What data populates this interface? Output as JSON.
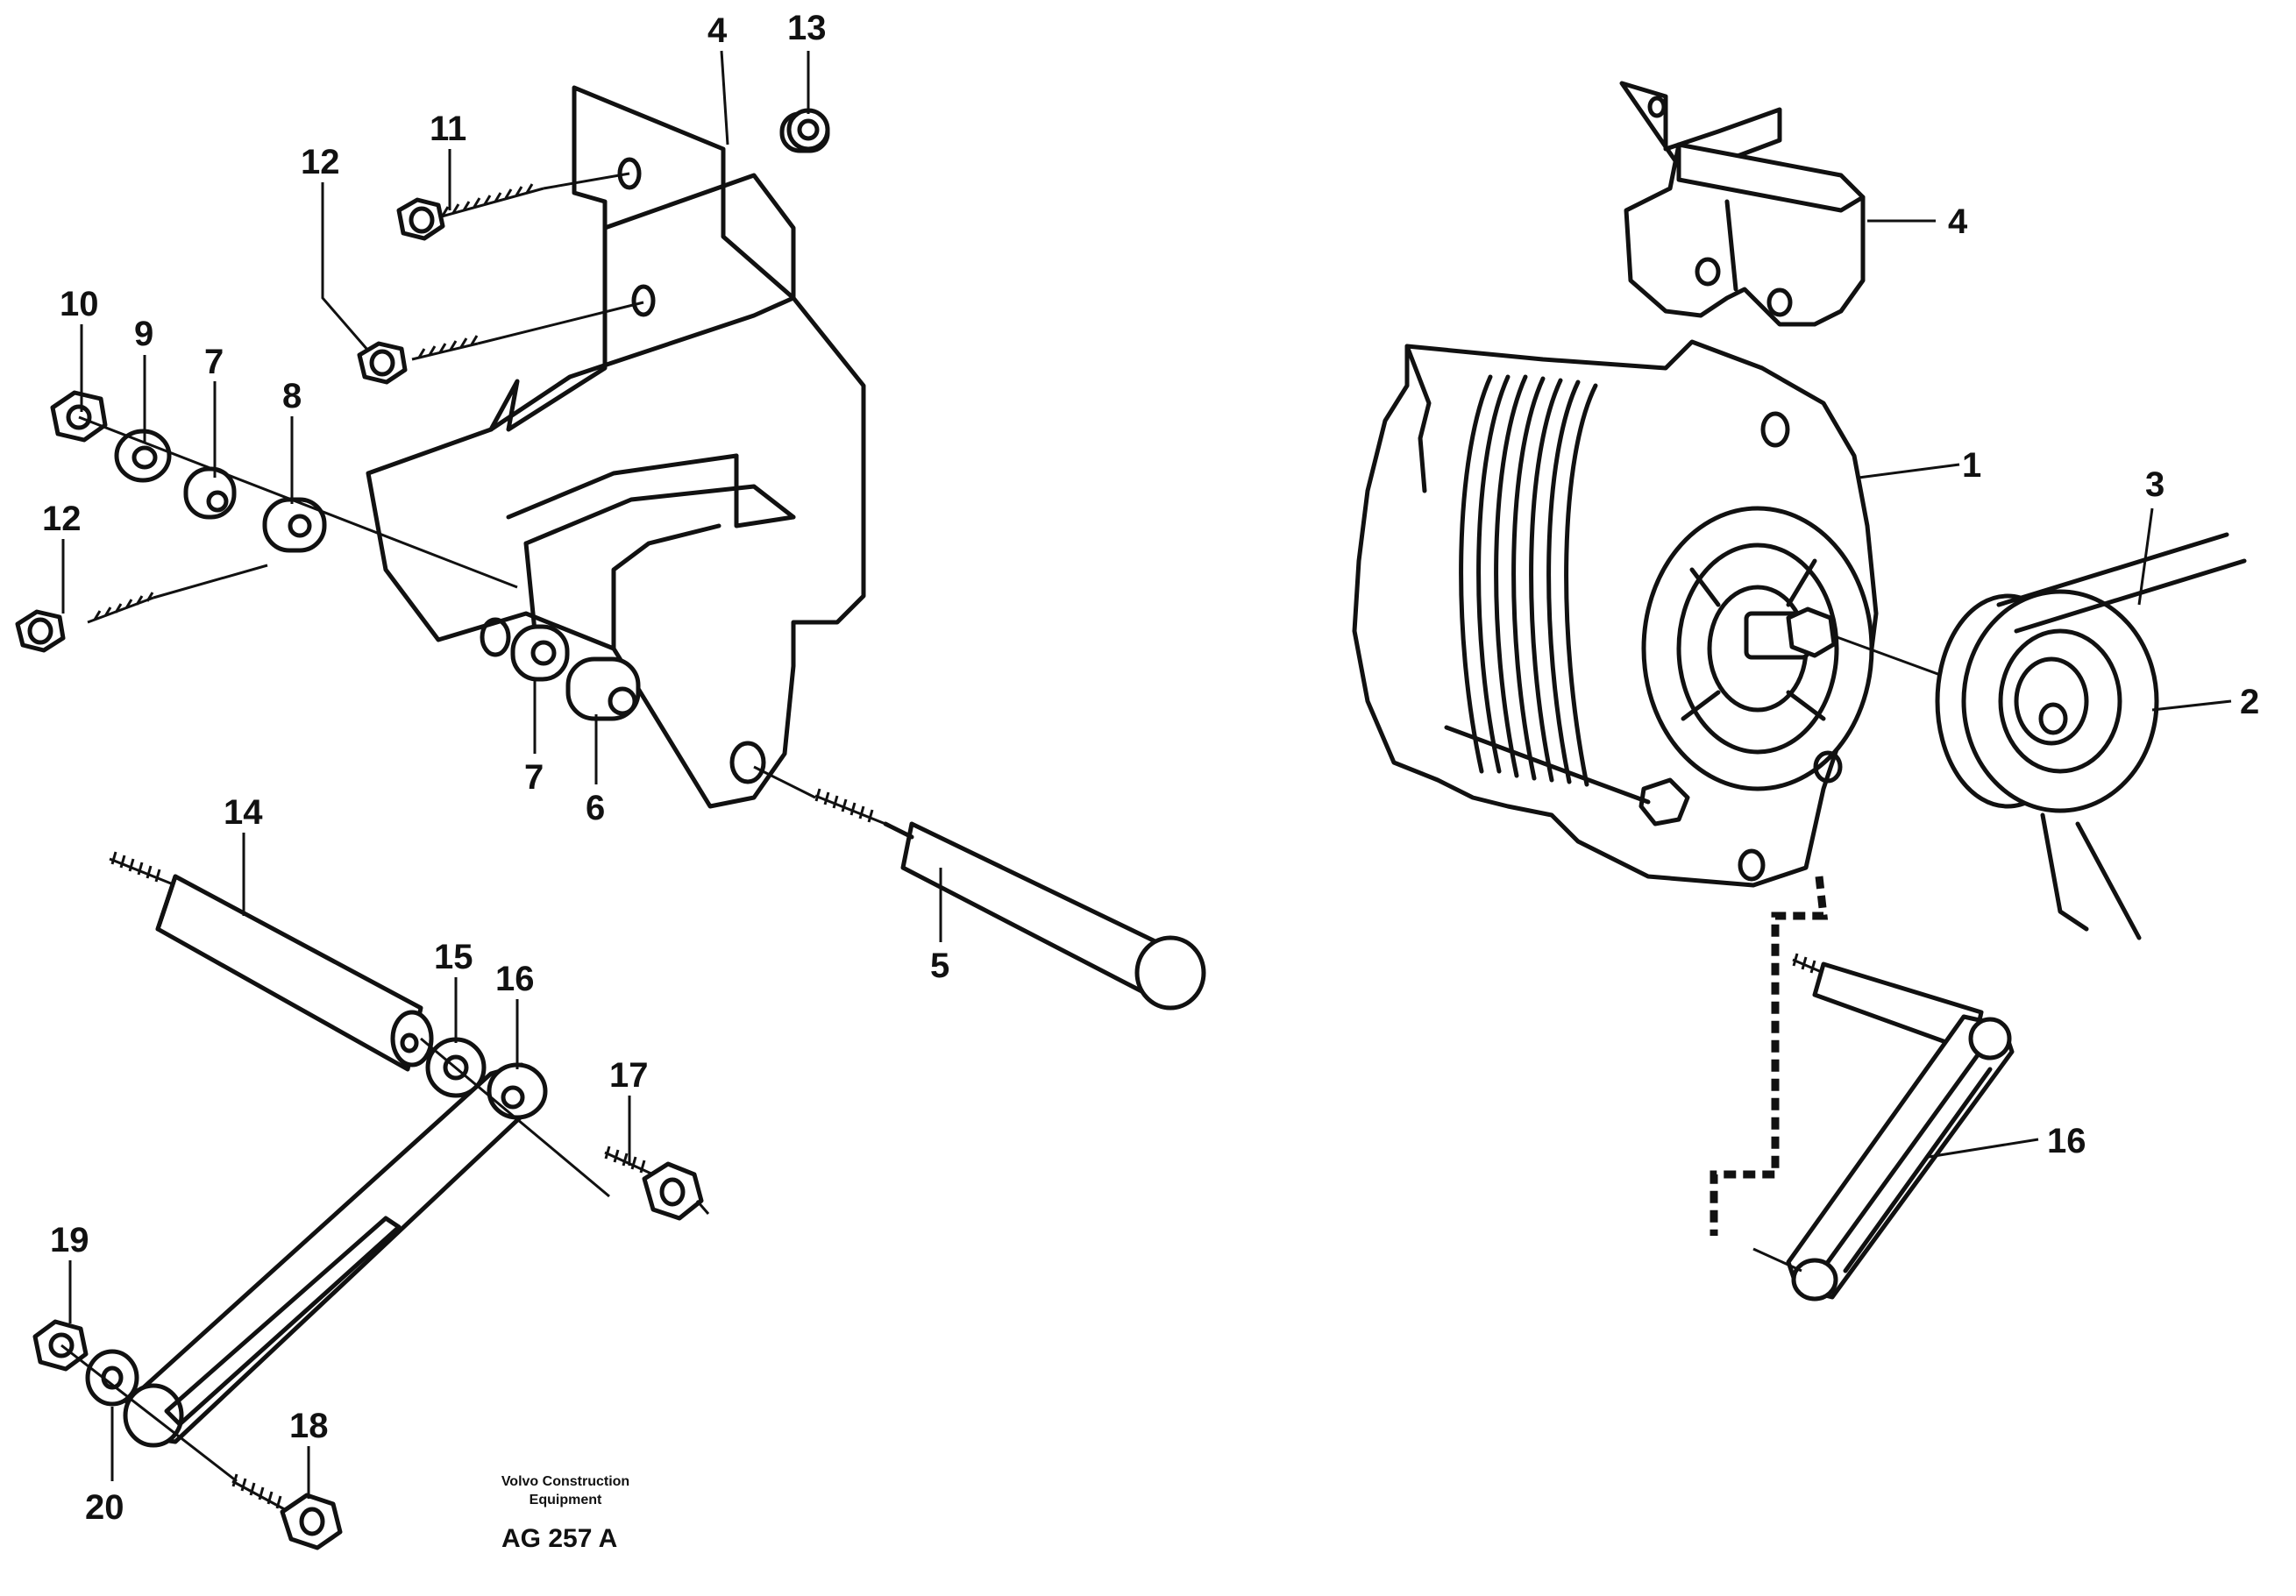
{
  "diagram": {
    "callouts": {
      "c1": "1",
      "c2": "2",
      "c3": "3",
      "c4a": "4",
      "c4b": "4",
      "c5": "5",
      "c6": "6",
      "c7a": "7",
      "c7b": "7",
      "c8": "8",
      "c9": "9",
      "c10": "10",
      "c11": "11",
      "c12a": "12",
      "c12b": "12",
      "c13": "13",
      "c14": "14",
      "c15": "15",
      "c16a": "16",
      "c16b": "16",
      "c17": "17",
      "c18": "18",
      "c19": "19",
      "c20": "20"
    },
    "caption": {
      "publisher_line1": "Volvo Construction",
      "publisher_line2": "Equipment",
      "code": "AG 257 A"
    }
  }
}
